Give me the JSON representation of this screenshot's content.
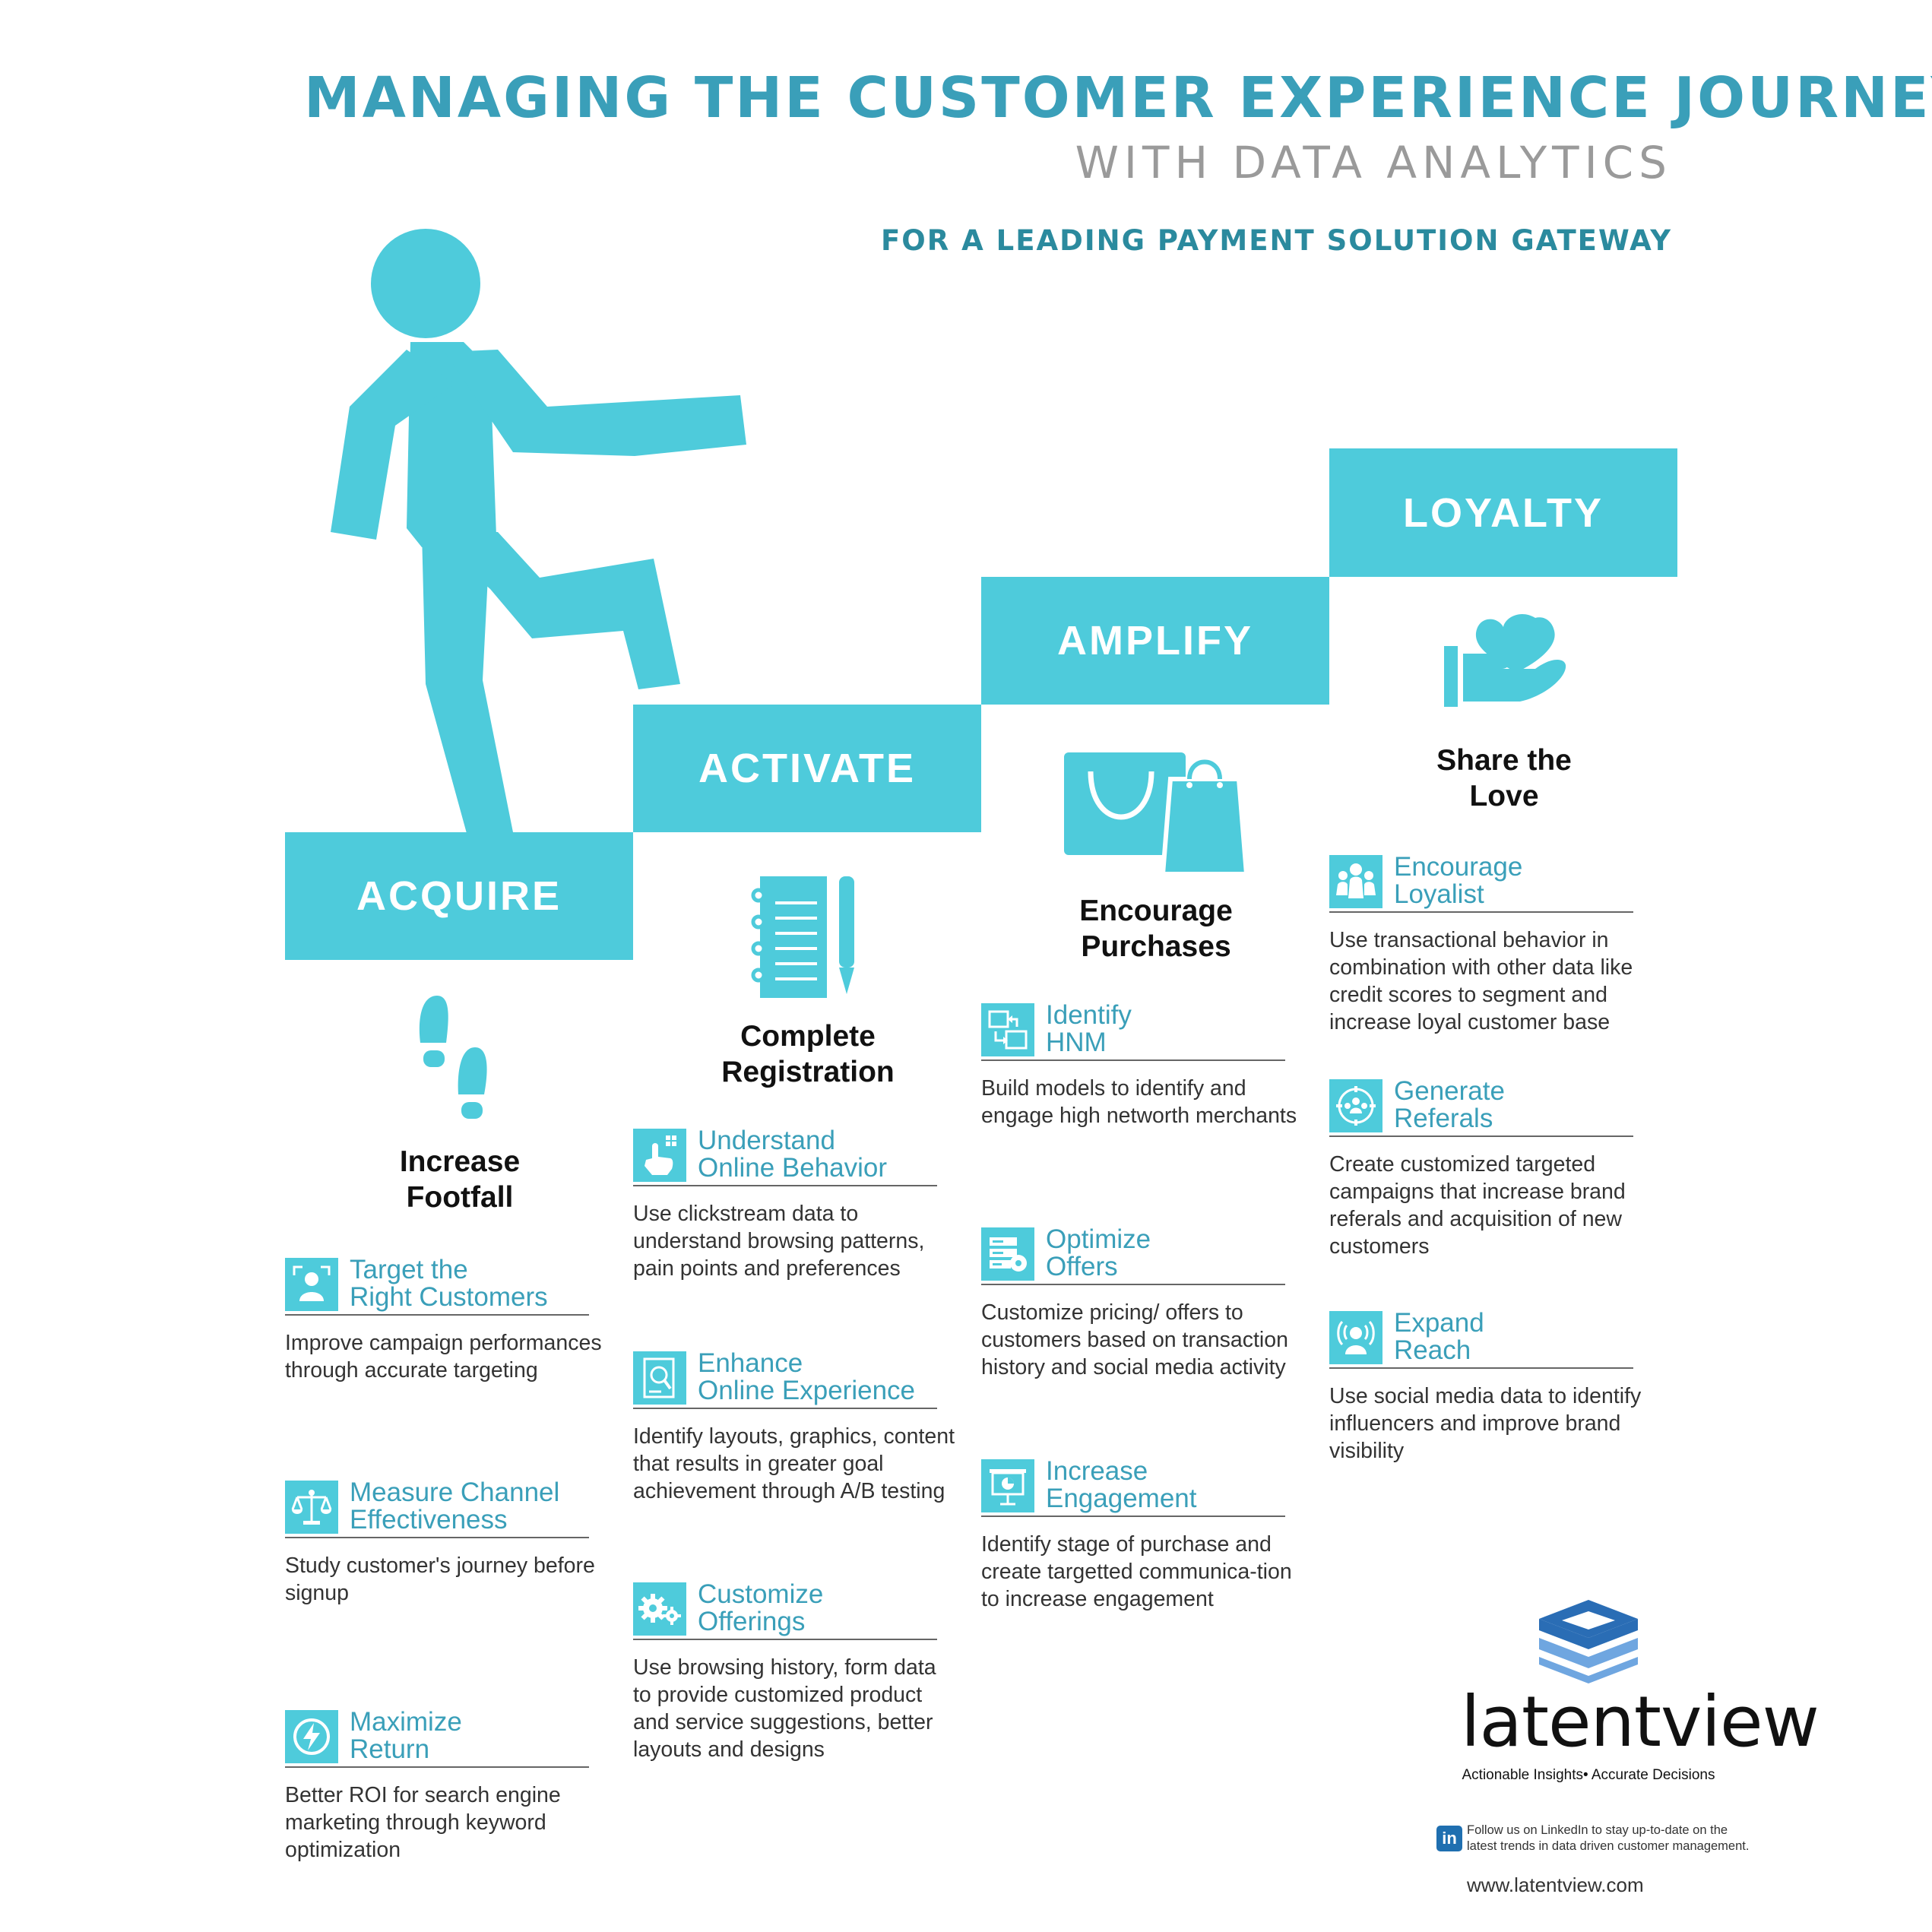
{
  "header": {
    "title": "MANAGING THE CUSTOMER EXPERIENCE JOURNEY",
    "subtitle": "WITH DATA ANALYTICS",
    "tagline": "FOR A LEADING PAYMENT SOLUTION GATEWAY"
  },
  "colors": {
    "accent": "#4ecbdb",
    "title": "#3a9fb9",
    "logo_blue": "#2a6db5"
  },
  "stages": [
    {
      "step": "ACQUIRE",
      "icon": "footprints-icon",
      "label_line1": "Increase",
      "label_line2": "Footfall",
      "items": [
        {
          "icon": "target-user-icon",
          "title_line1": "Target the",
          "title_line2": "Right Customers",
          "desc": "Improve campaign performances through accurate targeting"
        },
        {
          "icon": "balance-scale-icon",
          "title_line1": "Measure Channel",
          "title_line2": "Effectiveness",
          "desc": "Study customer's journey before signup"
        },
        {
          "icon": "lightning-icon",
          "title_line1": "Maximize",
          "title_line2": "Return",
          "desc": "Better ROI for search engine marketing through keyword optimization"
        }
      ]
    },
    {
      "step": "ACTIVATE",
      "icon": "notebook-pen-icon",
      "label_line1": "Complete",
      "label_line2": "Registration",
      "items": [
        {
          "icon": "hand-pointer-icon",
          "title_line1": "Understand",
          "title_line2": "Online Behavior",
          "desc": "Use clickstream data to understand browsing patterns, pain points and preferences"
        },
        {
          "icon": "page-search-icon",
          "title_line1": "Enhance",
          "title_line2": "Online Experience",
          "desc": "Identify layouts, graphics, content that results in greater goal achievement through A/B testing"
        },
        {
          "icon": "gears-icon",
          "title_line1": "Customize",
          "title_line2": "Offerings",
          "desc": "Use browsing history, form data to provide customized product and service suggestions, better layouts and designs"
        }
      ]
    },
    {
      "step": "AMPLIFY",
      "icon": "shopping-bags-icon",
      "label_line1": "Encourage",
      "label_line2": "Purchases",
      "items": [
        {
          "icon": "exchange-icon",
          "title_line1": "Identify",
          "title_line2": "HNM",
          "desc": "Build models to identify and engage high networth merchants"
        },
        {
          "icon": "server-gear-icon",
          "title_line1": "Optimize",
          "title_line2": "Offers",
          "desc": "Customize pricing/ offers to customers based on transaction history and social media activity"
        },
        {
          "icon": "presentation-icon",
          "title_line1": "Increase",
          "title_line2": "Engagement",
          "desc": "Identify stage of purchase and create targetted communica-tion to increase engagement"
        }
      ]
    },
    {
      "step": "LOYALTY",
      "icon": "hand-heart-icon",
      "label_line1": "Share the",
      "label_line2": "Love",
      "items": [
        {
          "icon": "group-icon",
          "title_line1": "Encourage",
          "title_line2": "Loyalist",
          "desc": "Use transactional behavior in combination with other data like credit scores to segment and increase loyal customer base"
        },
        {
          "icon": "referral-network-icon",
          "title_line1": "Generate",
          "title_line2": "Referals",
          "desc": "Create customized targeted campaigns that increase brand referals and acquisition of new customers"
        },
        {
          "icon": "broadcast-user-icon",
          "title_line1": "Expand",
          "title_line2": "Reach",
          "desc": "Use social media data to identify influencers and improve brand visibility"
        }
      ]
    }
  ],
  "footer": {
    "logo_text": "latentview",
    "logo_tagline": "Actionable Insights• Accurate Decisions",
    "linkedin_badge": "in",
    "follow_line1": "Follow us on LinkedIn to stay up-to-date on the",
    "follow_line2": "latest trends in data driven customer management.",
    "url": "www.latentview.com"
  }
}
